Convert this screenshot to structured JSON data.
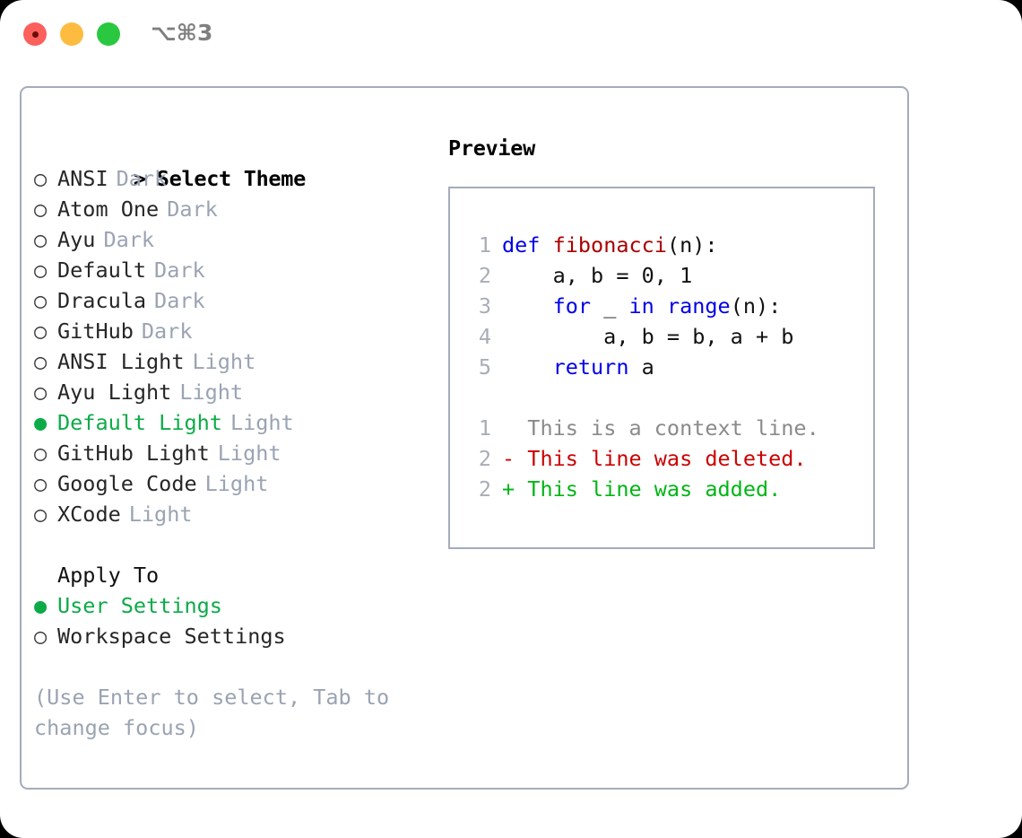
{
  "titlebar": {
    "shortcut": "⌥⌘3",
    "buttons": [
      "close",
      "minimize",
      "maximize"
    ]
  },
  "theme_picker": {
    "header": {
      "marker": ">",
      "label": "Select Theme"
    },
    "items": [
      {
        "marker": "○",
        "name": "ANSI",
        "variant": "Dark",
        "selected": false
      },
      {
        "marker": "○",
        "name": "Atom One",
        "variant": "Dark",
        "selected": false
      },
      {
        "marker": "○",
        "name": "Ayu",
        "variant": "Dark",
        "selected": false
      },
      {
        "marker": "○",
        "name": "Default",
        "variant": "Dark",
        "selected": false
      },
      {
        "marker": "○",
        "name": "Dracula",
        "variant": "Dark",
        "selected": false
      },
      {
        "marker": "○",
        "name": "GitHub",
        "variant": "Dark",
        "selected": false
      },
      {
        "marker": "○",
        "name": "ANSI Light",
        "variant": "Light",
        "selected": false
      },
      {
        "marker": "○",
        "name": "Ayu Light",
        "variant": "Light",
        "selected": false
      },
      {
        "marker": "●",
        "name": "Default Light",
        "variant": "Light",
        "selected": true
      },
      {
        "marker": "○",
        "name": "GitHub Light",
        "variant": "Light",
        "selected": false
      },
      {
        "marker": "○",
        "name": "Google Code",
        "variant": "Light",
        "selected": false
      },
      {
        "marker": "○",
        "name": "XCode",
        "variant": "Light",
        "selected": false
      }
    ]
  },
  "apply_to": {
    "label": "Apply To",
    "items": [
      {
        "marker": "●",
        "name": "User Settings",
        "selected": true
      },
      {
        "marker": "○",
        "name": "Workspace Settings",
        "selected": false
      }
    ]
  },
  "hint": "(Use Enter to select, Tab to change focus)",
  "preview": {
    "title": "Preview",
    "code_lines": [
      {
        "num": "1",
        "tokens": [
          {
            "t": "def",
            "c": "kw"
          },
          {
            "t": " ",
            "c": "plain"
          },
          {
            "t": "fibonacci",
            "c": "fn"
          },
          {
            "t": "(n):",
            "c": "plain"
          }
        ]
      },
      {
        "num": "2",
        "tokens": [
          {
            "t": "    a, b = 0, 1",
            "c": "plain"
          }
        ]
      },
      {
        "num": "3",
        "tokens": [
          {
            "t": "    ",
            "c": "plain"
          },
          {
            "t": "for",
            "c": "kw"
          },
          {
            "t": " _ ",
            "c": "plain"
          },
          {
            "t": "in",
            "c": "kw"
          },
          {
            "t": " ",
            "c": "plain"
          },
          {
            "t": "range",
            "c": "kw"
          },
          {
            "t": "(n):",
            "c": "plain"
          }
        ]
      },
      {
        "num": "4",
        "tokens": [
          {
            "t": "        a, b = b, a + b",
            "c": "plain"
          }
        ]
      },
      {
        "num": "5",
        "tokens": [
          {
            "t": "    ",
            "c": "plain"
          },
          {
            "t": "return",
            "c": "kw"
          },
          {
            "t": " a",
            "c": "plain"
          }
        ]
      }
    ],
    "diff_lines": [
      {
        "num": "1",
        "sign": " ",
        "text": "This is a context line.",
        "kind": "diff-context"
      },
      {
        "num": "2",
        "sign": "-",
        "text": "This line was deleted.",
        "kind": "diff-del"
      },
      {
        "num": "2",
        "sign": "+",
        "text": "This line was added.",
        "kind": "diff-add"
      }
    ]
  },
  "colors": {
    "selected_green": "#0cab47",
    "muted_grey": "#9aa3b2",
    "border": "#a3acba",
    "keyword_blue": "#0000e8",
    "function_red": "#aa0000",
    "diff_delete_red": "#cc0000",
    "diff_add_green": "#00b515",
    "light_close": "#fc605c",
    "light_minimize": "#fdbc40",
    "light_maximize": "#2ac840"
  }
}
